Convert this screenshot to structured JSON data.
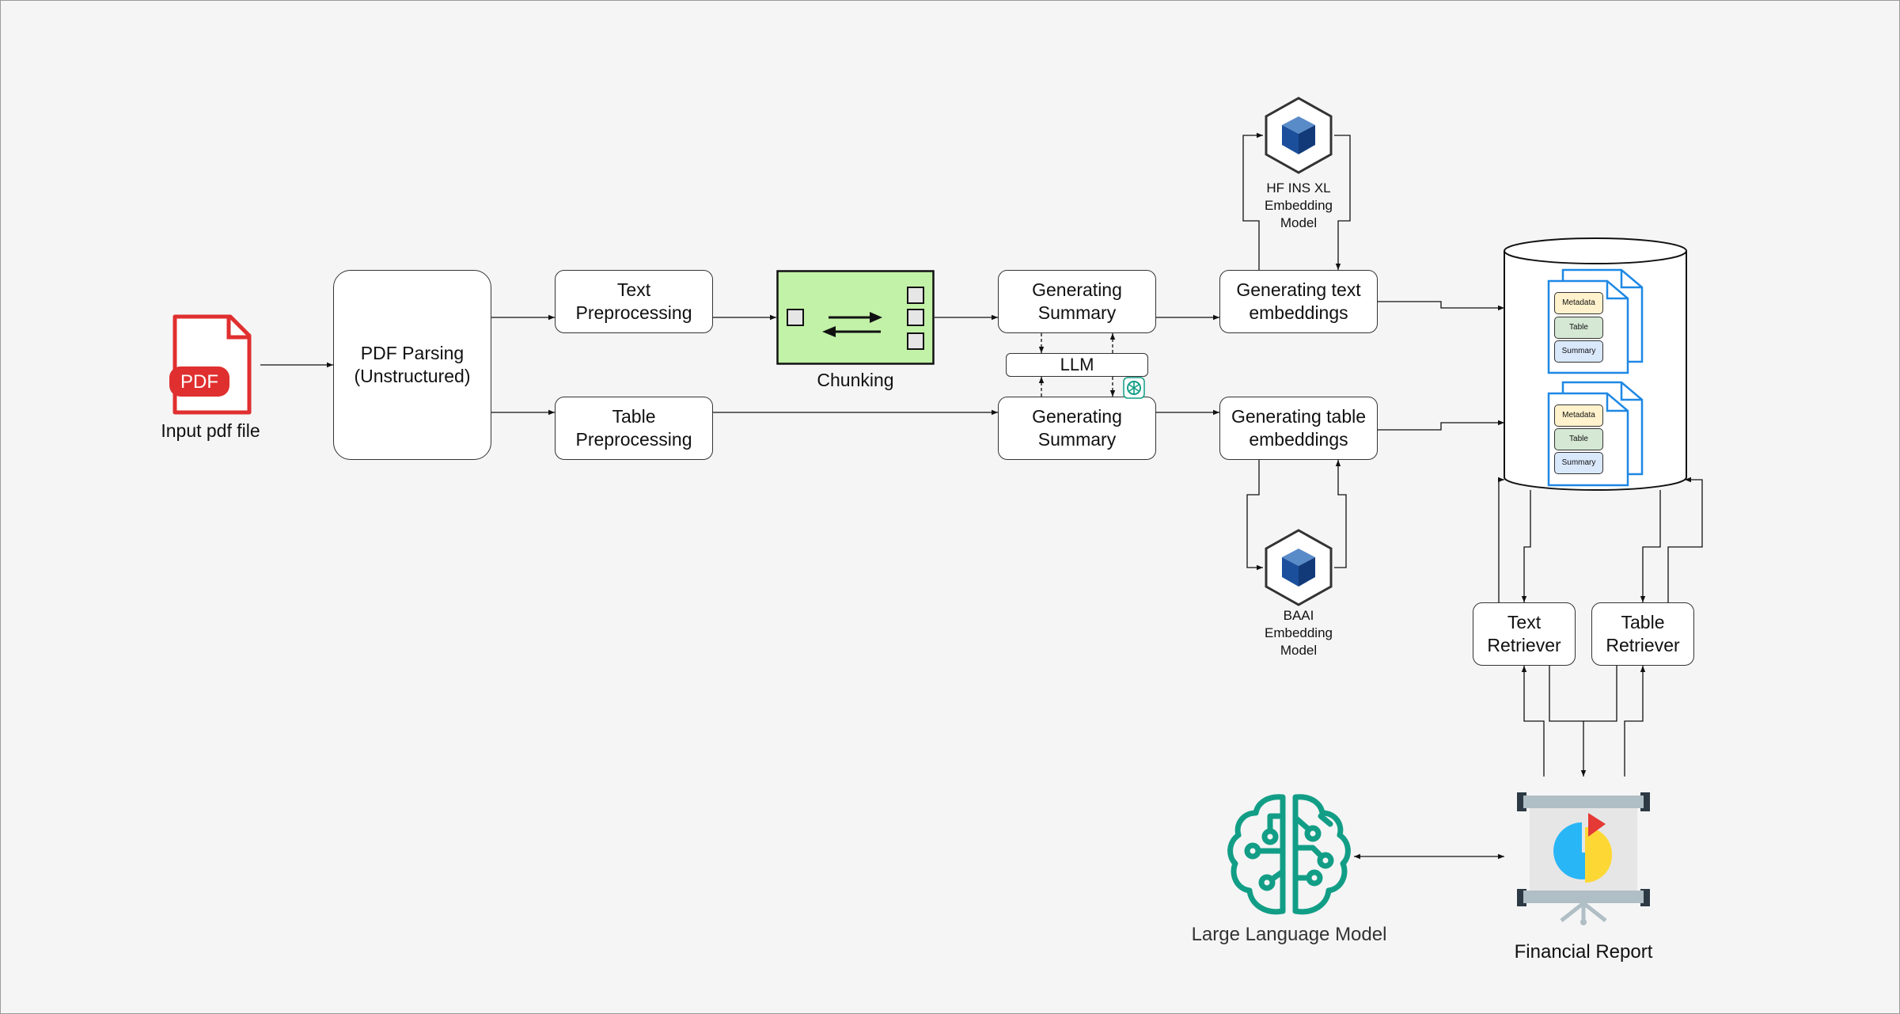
{
  "input": {
    "label": "Input pdf file",
    "pdf_badge": "PDF",
    "icon": "pdf-file-icon"
  },
  "parsing": {
    "label": "PDF Parsing\n(Unstructured)"
  },
  "text_pre": {
    "label": "Text\nPreprocessing"
  },
  "table_pre": {
    "label": "Table\nPreprocessing"
  },
  "chunking": {
    "label": "Chunking",
    "color": "#c2f2a8"
  },
  "summary_text": {
    "label": "Generating\nSummary"
  },
  "summary_table": {
    "label": "Generating\nSummary"
  },
  "llm": {
    "label": "LLM"
  },
  "emb_text": {
    "label": "Generating text\nembeddings"
  },
  "emb_table": {
    "label": "Generating table\nembeddings"
  },
  "model_top": {
    "label": "HF INS XL\nEmbedding\nModel",
    "icon": "cube-hexagon-icon"
  },
  "model_bottom": {
    "label": "BAAI\nEmbedding\nModel",
    "icon": "cube-hexagon-icon"
  },
  "db": {
    "icon": "database-cylinder-icon",
    "doc_items": [
      "Metadata",
      "Table",
      "Summary"
    ],
    "item_colors": [
      "#fff2cc",
      "#d5e8d4",
      "#dae8fc"
    ]
  },
  "retriever_text": {
    "label": "Text\nRetriever"
  },
  "retriever_table": {
    "label": "Table\nRetriever"
  },
  "big_llm": {
    "label": "Large Language Model",
    "icon": "brain-circuit-icon",
    "color": "#129e86"
  },
  "report": {
    "label": "Financial Report",
    "icon": "presentation-pie-chart-icon"
  }
}
